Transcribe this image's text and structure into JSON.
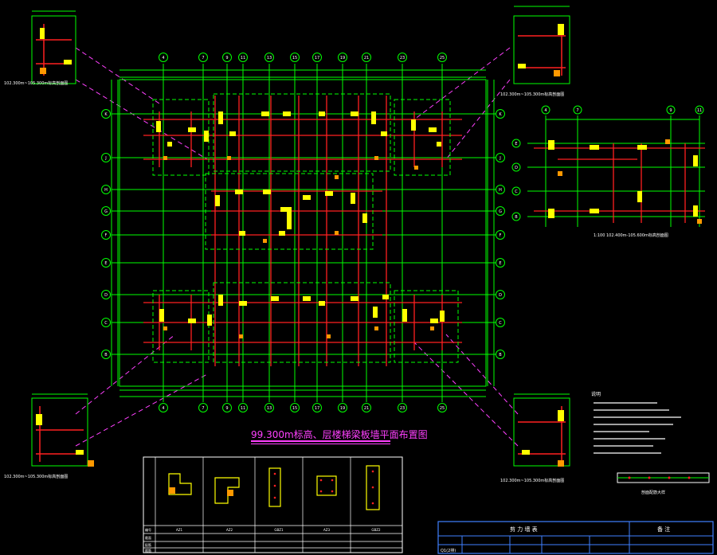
{
  "drawing": {
    "title": "99.300m标高、层楼梯梁板墙平面布置图",
    "plan_x_axes": [
      "4",
      "7",
      "9",
      "11",
      "13",
      "15",
      "17",
      "19",
      "21",
      "23",
      "25"
    ],
    "plan_y_axes": [
      "K",
      "J",
      "H",
      "G",
      "F",
      "E",
      "D",
      "C",
      "B"
    ],
    "detail_x_axes": [
      "4",
      "7",
      "9",
      "11"
    ],
    "detail_y_axes": [
      "E",
      "D",
      "C",
      "B"
    ],
    "detail_caption": "1:100   102.400m-105.600m标高剖面图",
    "corner_captions": [
      "102.300m~105.300m标高剖面图",
      "102.300m~105.300m标高剖面图",
      "102.300m~105.300m标高剖面图",
      "102.300m~105.300m标高剖面图"
    ],
    "notes_title": "说明",
    "notes_count": 8,
    "section_caption": "剖面配筋大样"
  },
  "sections": {
    "row_labels": [
      "编号",
      "截面",
      "配筋",
      "箍筋"
    ],
    "columns": [
      "AZ1",
      "AZ2",
      "GBZ1",
      "AZ3",
      "GBZ2"
    ]
  },
  "title_block": {
    "header_left": "剪 力 墙 表",
    "header_right": "备 注",
    "row_code": "Q1(2排)"
  },
  "colors": {
    "background": "#000000",
    "axis_grid": "#00ff00",
    "beam": "#ff2020",
    "leader": "#ff40ff",
    "wall": "#ffff00",
    "text": "#ffffff",
    "table": "#4080ff"
  }
}
